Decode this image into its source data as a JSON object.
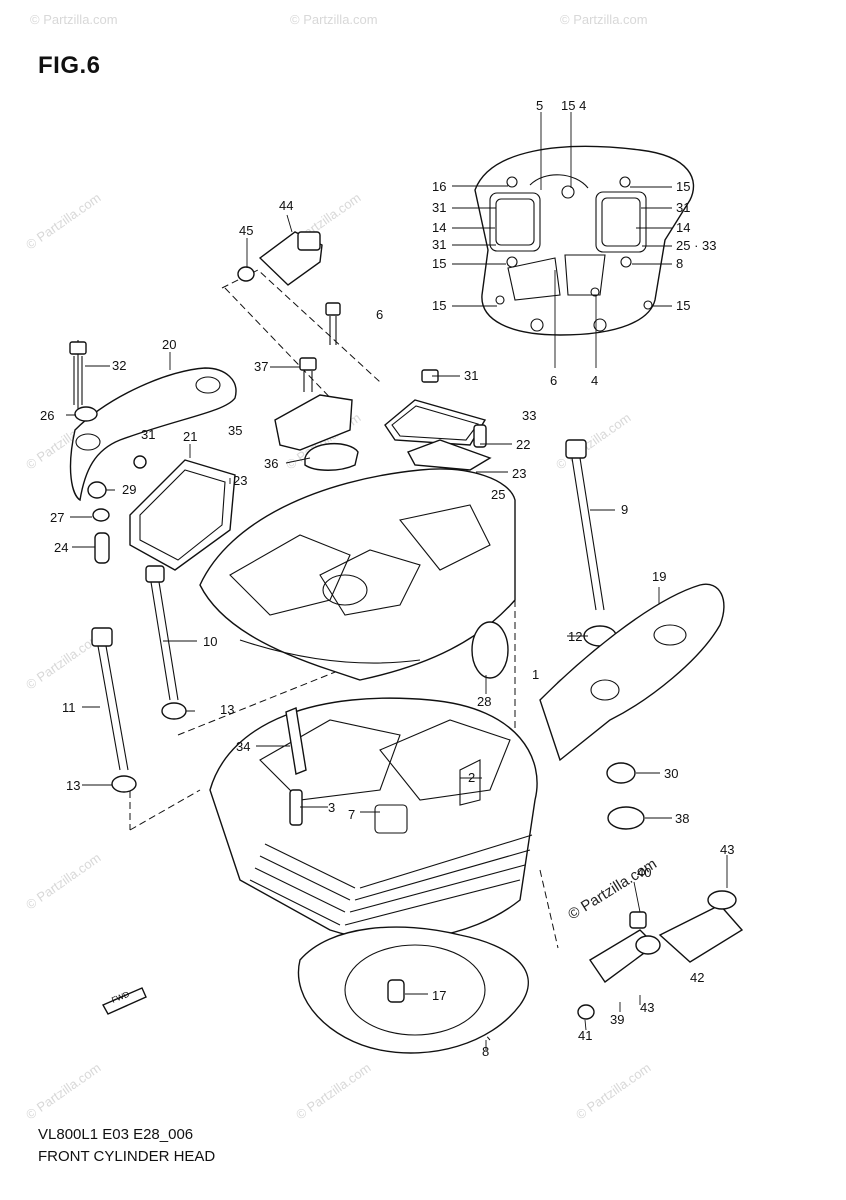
{
  "figure": {
    "title": "FIG.6",
    "model_code": "VL800L1 E03 E28_006",
    "caption": "FRONT CYLINDER HEAD"
  },
  "watermarks": {
    "text": "© Partzilla.com",
    "prominent_text": "© Partzilla.com",
    "color": "#d8d8d8"
  },
  "callouts": [
    {
      "id": "c-5",
      "label": "5"
    },
    {
      "id": "c-154",
      "label": "15 4"
    },
    {
      "id": "c-16",
      "label": "16"
    },
    {
      "id": "c-31a",
      "label": "31"
    },
    {
      "id": "c-14a",
      "label": "14"
    },
    {
      "id": "c-31b",
      "label": "31"
    },
    {
      "id": "c-15a",
      "label": "15"
    },
    {
      "id": "c-15b",
      "label": "15"
    },
    {
      "id": "c-15c",
      "label": "15"
    },
    {
      "id": "c-31c",
      "label": "31"
    },
    {
      "id": "c-14b",
      "label": "14"
    },
    {
      "id": "c-2533",
      "label": "25 · 33"
    },
    {
      "id": "c-8a",
      "label": "8"
    },
    {
      "id": "c-15d",
      "label": "15"
    },
    {
      "id": "c-6a",
      "label": "6"
    },
    {
      "id": "c-4",
      "label": "4"
    },
    {
      "id": "c-44",
      "label": "44"
    },
    {
      "id": "c-45",
      "label": "45"
    },
    {
      "id": "c-6b",
      "label": "6"
    },
    {
      "id": "c-20",
      "label": "20"
    },
    {
      "id": "c-32",
      "label": "32"
    },
    {
      "id": "c-37",
      "label": "37"
    },
    {
      "id": "c-31d",
      "label": "31"
    },
    {
      "id": "c-33",
      "label": "33"
    },
    {
      "id": "c-26",
      "label": "26"
    },
    {
      "id": "c-31e",
      "label": "31"
    },
    {
      "id": "c-21",
      "label": "21"
    },
    {
      "id": "c-35",
      "label": "35"
    },
    {
      "id": "c-22",
      "label": "22"
    },
    {
      "id": "c-36",
      "label": "36"
    },
    {
      "id": "c-23a",
      "label": "23"
    },
    {
      "id": "c-23b",
      "label": "23"
    },
    {
      "id": "c-29",
      "label": "29"
    },
    {
      "id": "c-25",
      "label": "25"
    },
    {
      "id": "c-9",
      "label": "9"
    },
    {
      "id": "c-27",
      "label": "27"
    },
    {
      "id": "c-24",
      "label": "24"
    },
    {
      "id": "c-19",
      "label": "19"
    },
    {
      "id": "c-10",
      "label": "10"
    },
    {
      "id": "c-12",
      "label": "12"
    },
    {
      "id": "c-1",
      "label": "1"
    },
    {
      "id": "c-28",
      "label": "28"
    },
    {
      "id": "c-11",
      "label": "11"
    },
    {
      "id": "c-13a",
      "label": "13"
    },
    {
      "id": "c-34",
      "label": "34"
    },
    {
      "id": "c-2",
      "label": "2"
    },
    {
      "id": "c-30",
      "label": "30"
    },
    {
      "id": "c-13b",
      "label": "13"
    },
    {
      "id": "c-3",
      "label": "3"
    },
    {
      "id": "c-7",
      "label": "7"
    },
    {
      "id": "c-38",
      "label": "38"
    },
    {
      "id": "c-43a",
      "label": "43"
    },
    {
      "id": "c-40",
      "label": "40"
    },
    {
      "id": "c-42",
      "label": "42"
    },
    {
      "id": "c-17",
      "label": "17"
    },
    {
      "id": "c-41",
      "label": "41"
    },
    {
      "id": "c-39",
      "label": "39"
    },
    {
      "id": "c-43b",
      "label": "43"
    },
    {
      "id": "c-8b",
      "label": "8"
    }
  ],
  "fwd_badge": {
    "label": "FWD"
  }
}
